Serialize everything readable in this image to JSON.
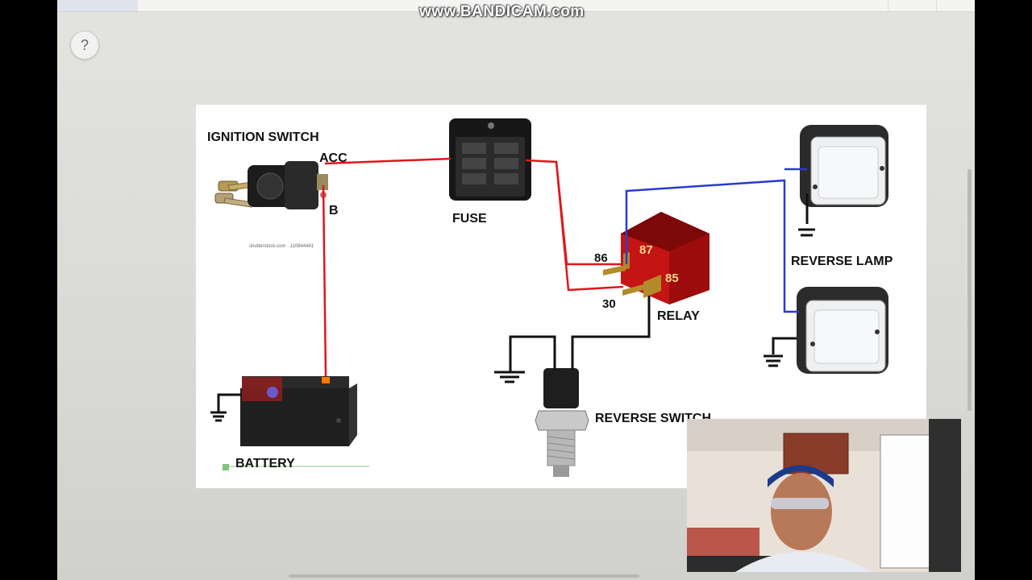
{
  "watermark": "www.BANDICAM.com",
  "help_button": "?",
  "labels": {
    "ignition_switch": "IGNITION SWITCH",
    "acc": "ACC",
    "b": "B",
    "fuse": "FUSE",
    "relay": "RELAY",
    "pin_86": "86",
    "pin_87": "87",
    "pin_85": "85",
    "pin_30": "30",
    "reverse_lamp": "REVERSE LAMP",
    "reverse_switch": "REVERSE SWITCH",
    "battery": "BATTERY",
    "stock_caption": "shutterstock.com · 110844441"
  },
  "colors": {
    "power_wire": "#e0161b",
    "lamp_wire": "#2a3ad0",
    "ground_wire": "#111111",
    "relay_body": "#c41414"
  }
}
